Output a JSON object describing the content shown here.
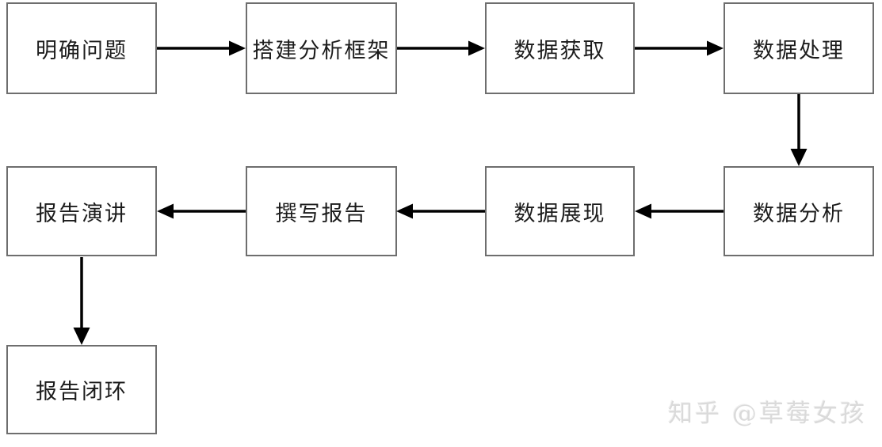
{
  "diagram": {
    "description": "data-analysis workflow flowchart",
    "nodes": [
      {
        "id": "clarify-problem",
        "label": "明确问题"
      },
      {
        "id": "build-framework",
        "label": "搭建分析框架"
      },
      {
        "id": "data-acquisition",
        "label": "数据获取"
      },
      {
        "id": "data-processing",
        "label": "数据处理"
      },
      {
        "id": "data-analysis",
        "label": "数据分析"
      },
      {
        "id": "data-presentation",
        "label": "数据展现"
      },
      {
        "id": "write-report",
        "label": "撰写报告"
      },
      {
        "id": "report-speech",
        "label": "报告演讲"
      },
      {
        "id": "report-closed-loop",
        "label": "报告闭环"
      }
    ],
    "edges": [
      {
        "from": "clarify-problem",
        "to": "build-framework",
        "direction": "right"
      },
      {
        "from": "build-framework",
        "to": "data-acquisition",
        "direction": "right"
      },
      {
        "from": "data-acquisition",
        "to": "data-processing",
        "direction": "right"
      },
      {
        "from": "data-processing",
        "to": "data-analysis",
        "direction": "down"
      },
      {
        "from": "data-analysis",
        "to": "data-presentation",
        "direction": "left"
      },
      {
        "from": "data-presentation",
        "to": "write-report",
        "direction": "left"
      },
      {
        "from": "write-report",
        "to": "report-speech",
        "direction": "left"
      },
      {
        "from": "report-speech",
        "to": "report-closed-loop",
        "direction": "down"
      }
    ],
    "colors": {
      "box_border": "#6e6e6e",
      "box_fill": "#ffffff",
      "arrow": "#000000",
      "text": "#1c1c1c",
      "watermark": "#dadada"
    }
  },
  "watermark": {
    "text": "知乎 @草莓女孩"
  }
}
